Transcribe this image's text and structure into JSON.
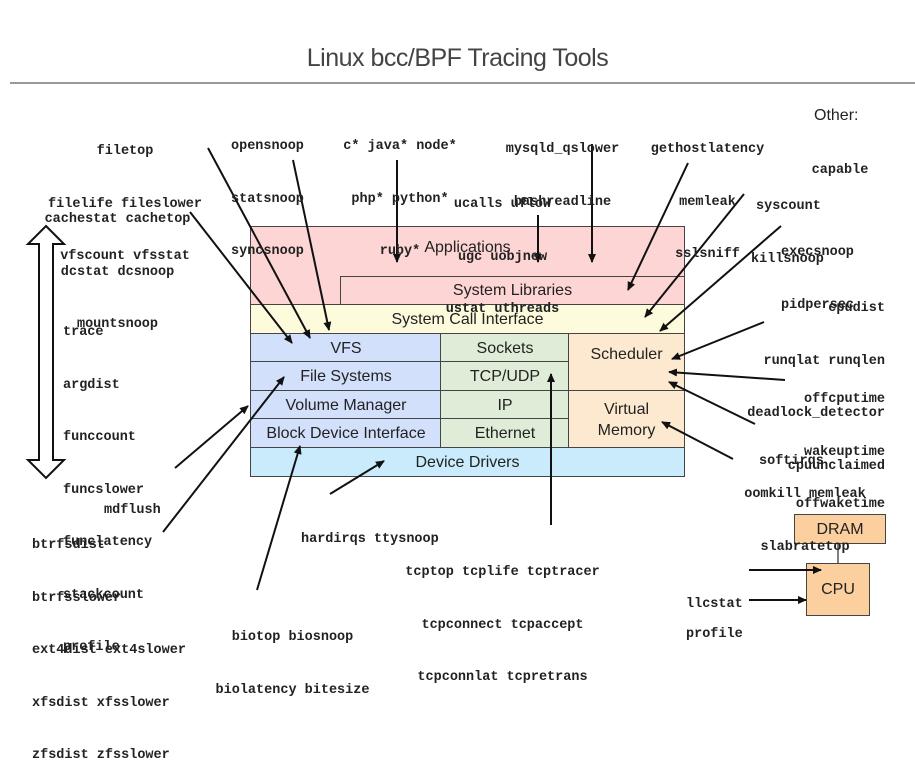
{
  "title": "Linux bcc/BPF Tracing Tools",
  "layers": {
    "applications": "Applications",
    "system_libraries": "System Libraries",
    "system_call_interface": "System Call Interface",
    "vfs": "VFS",
    "file_systems": "File Systems",
    "volume_manager": "Volume Manager",
    "block_device_interface": "Block Device Interface",
    "sockets": "Sockets",
    "tcp_udp": "TCP/UDP",
    "ip": "IP",
    "ethernet": "Ethernet",
    "scheduler": "Scheduler",
    "virtual_memory_line1": "Virtual",
    "virtual_memory_line2": "Memory",
    "device_drivers": "Device Drivers",
    "dram": "DRAM",
    "cpu": "CPU"
  },
  "colors": {
    "applications": "#fdd5d5",
    "syscall": "#fdfbdc",
    "storage": "#d3e0fb",
    "network": "#dfecd7",
    "cpu_mem": "#fde9cf",
    "drivers": "#c9ebfb",
    "hardware": "#fbcf9e"
  },
  "tools": {
    "filetop": [
      "filetop",
      "filelife fileslower",
      "vfscount vfsstat"
    ],
    "cachestat": [
      "cachestat cachetop",
      "dcstat dcsnoop",
      "mountsnoop"
    ],
    "opensnoop": [
      "opensnoop",
      "statsnoop",
      "syncsnoop"
    ],
    "langs": [
      "c* java* node*",
      "php* python*",
      "ruby*"
    ],
    "ucalls": [
      "ucalls uflow",
      "ugc uobjnew",
      "ustat uthreads"
    ],
    "mysqld": [
      "mysqld_qslower",
      "bashreadline"
    ],
    "gethost": [
      "gethostlatency",
      "memleak",
      "sslsniff"
    ],
    "other_label": "Other:",
    "other": [
      "capable"
    ],
    "syscount": [
      "syscount",
      "killsnoop"
    ],
    "execsnoop": [
      "execsnoop",
      "pidpersec"
    ],
    "cpudist": [
      "cpudist",
      "runqlat runqlen",
      "deadlock_detector",
      "cpuunclaimed"
    ],
    "offcpu": [
      "offcputime",
      "wakeuptime",
      "offwaketime"
    ],
    "softirqs": [
      "softirqs"
    ],
    "oomkill": [
      "oomkill memleak",
      "slabratetop"
    ],
    "generic": [
      "trace",
      "argdist",
      "funccount",
      "funcslower",
      "funclatency",
      "stackcount",
      "profile"
    ],
    "mdflush": [
      "mdflush"
    ],
    "btrfs": [
      "btrfsdist",
      "btrfsslower",
      "ext4dist ext4slower",
      "xfsdist xfsslower",
      "zfsdist zfsslower"
    ],
    "bio": [
      "biotop biosnoop",
      "biolatency bitesize"
    ],
    "hardirqs": [
      "hardirqs ttysnoop"
    ],
    "tcp": [
      "tcptop tcplife tcptracer",
      "tcpconnect tcpaccept",
      "tcpconnlat tcpretrans"
    ],
    "llcstat": [
      "llcstat"
    ],
    "profile_cpu": [
      "profile"
    ]
  }
}
